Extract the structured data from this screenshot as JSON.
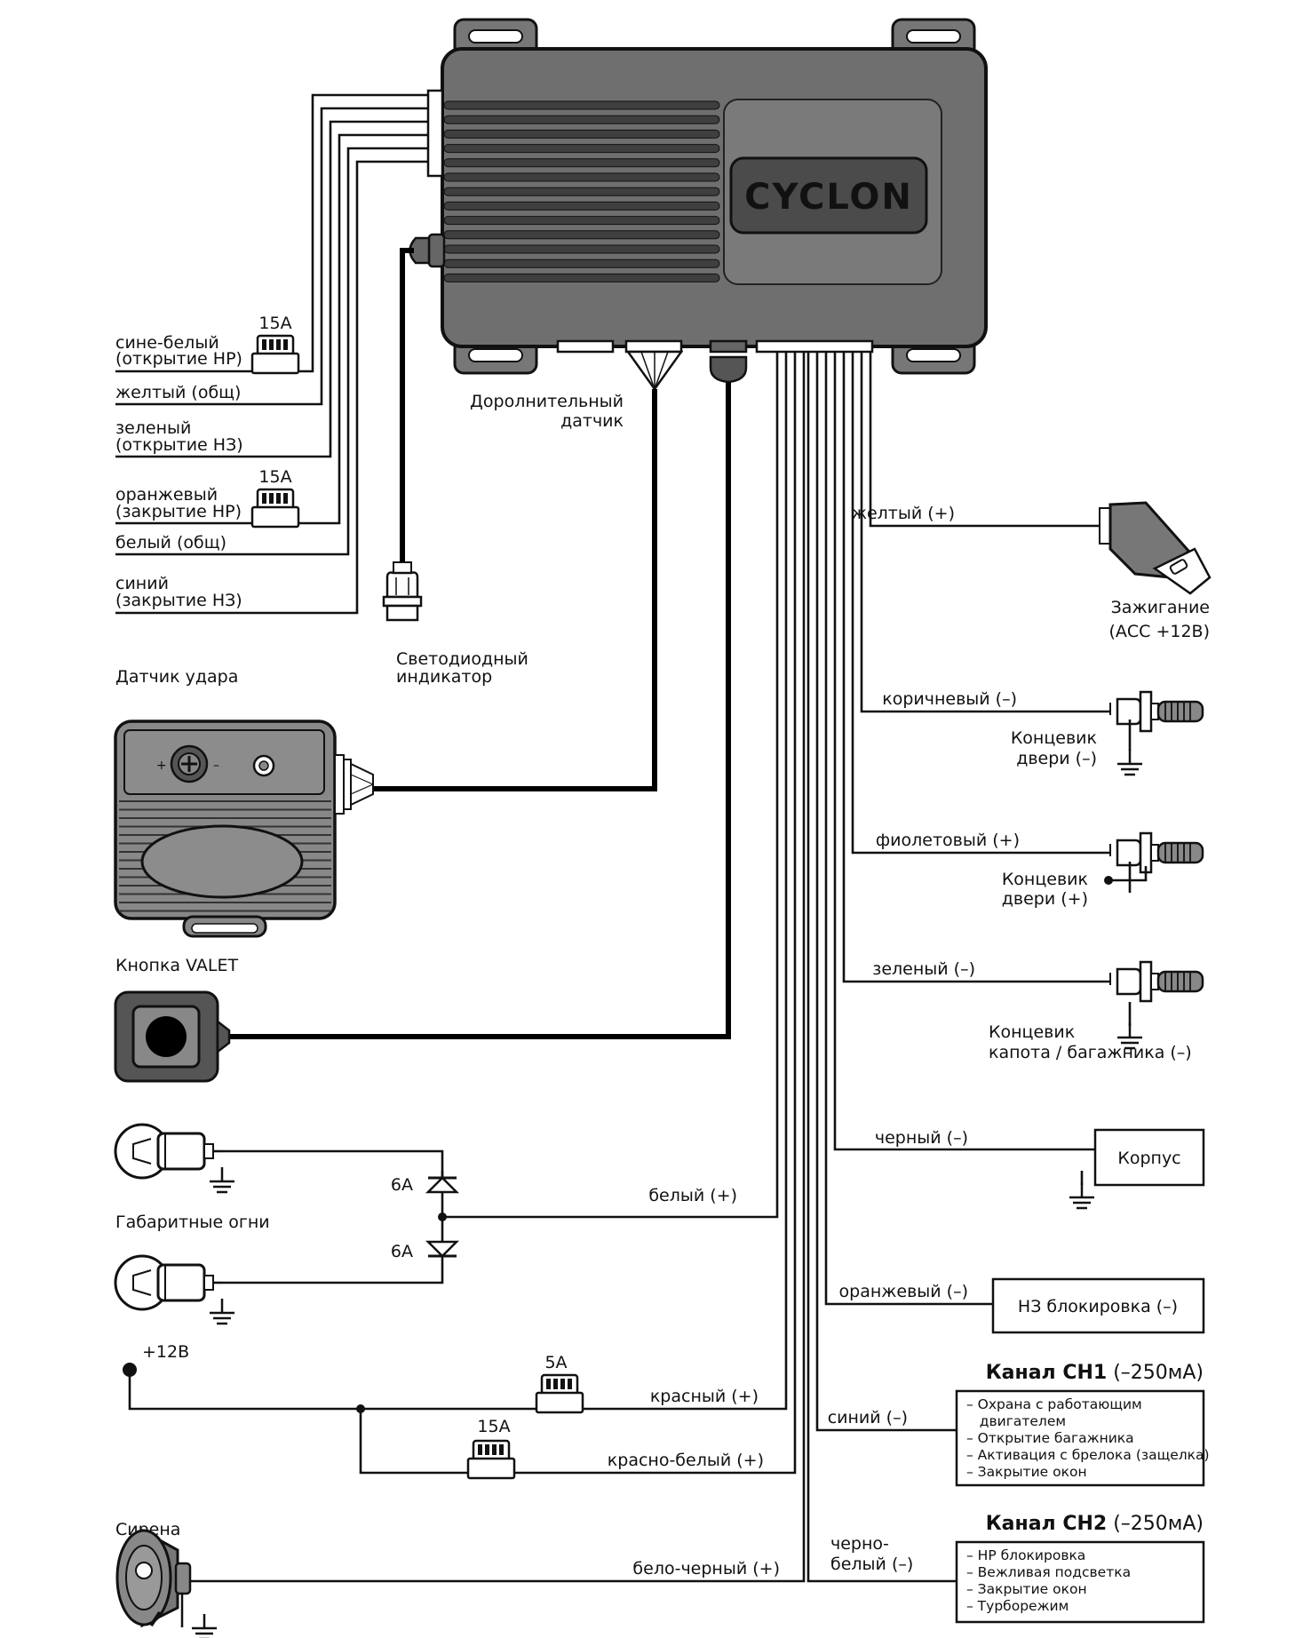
{
  "unit": {
    "brand": "CYCLON",
    "extra_sensor_label": [
      "Доролнительный",
      "датчик"
    ]
  },
  "left_wires": [
    {
      "lines": [
        "сине-белый",
        "(открытие НР)"
      ],
      "fuse": "15А"
    },
    {
      "lines": [
        "желтый (общ)"
      ],
      "fuse": ""
    },
    {
      "lines": [
        "зеленый",
        "(открытие НЗ)"
      ],
      "fuse": ""
    },
    {
      "lines": [
        "оранжевый",
        "(закрытие НР)"
      ],
      "fuse": "15А"
    },
    {
      "lines": [
        "белый (общ)"
      ],
      "fuse": ""
    },
    {
      "lines": [
        "синий",
        "(закрытие НЗ)"
      ],
      "fuse": ""
    }
  ],
  "led": {
    "label": [
      "Светодиодный",
      "индикатор"
    ]
  },
  "shock_sensor": {
    "label": "Датчик удара"
  },
  "valet": {
    "label": "Кнопка VALET"
  },
  "parking_lights": {
    "label": "Габаритные огни",
    "diode1": "6А",
    "diode2": "6А",
    "wire": "белый (+)"
  },
  "power": {
    "plus12": "+12В",
    "fuse_red": "5А",
    "wire_red": "красный (+)",
    "fuse_redwhite": "15А",
    "wire_redwhite": "красно-белый (+)"
  },
  "siren": {
    "label": "Сирена",
    "wire": "бело-черный (+)"
  },
  "right": {
    "ignition": {
      "wire": "желтый (+)",
      "label": [
        "Зажигание",
        "(АСС +12В)"
      ]
    },
    "door_neg": {
      "wire": "коричневый (–)",
      "label": [
        "Концевик",
        "двери (–)"
      ]
    },
    "door_pos": {
      "wire": "фиолетовый (+)",
      "label": [
        "Концевик",
        "двери (+)"
      ]
    },
    "hood": {
      "wire": "зеленый (–)",
      "label": [
        "Концевик",
        "капота / багажника (–)"
      ]
    },
    "ground": {
      "wire": "черный (–)",
      "label": "Корпус"
    },
    "immo": {
      "wire": "оранжевый (–)",
      "label": "НЗ блокировка (–)"
    },
    "ch1": {
      "wire": "синий (–)",
      "title_bold": "Канал CH1",
      "title_rest": " (–250мА)",
      "items": [
        "– Охрана с работающим",
        "   двигателем",
        "– Открытие багажника",
        "– Активация с брелока (защелка)",
        "– Закрытие окон"
      ]
    },
    "ch2": {
      "wire": [
        "черно-",
        "белый (–)"
      ],
      "title_bold": "Канал CH2",
      "title_rest": " (–250мА)",
      "items": [
        "– НР блокировка",
        "– Вежливая подсветка",
        "– Закрытие окон",
        "– Турборежим"
      ]
    }
  }
}
